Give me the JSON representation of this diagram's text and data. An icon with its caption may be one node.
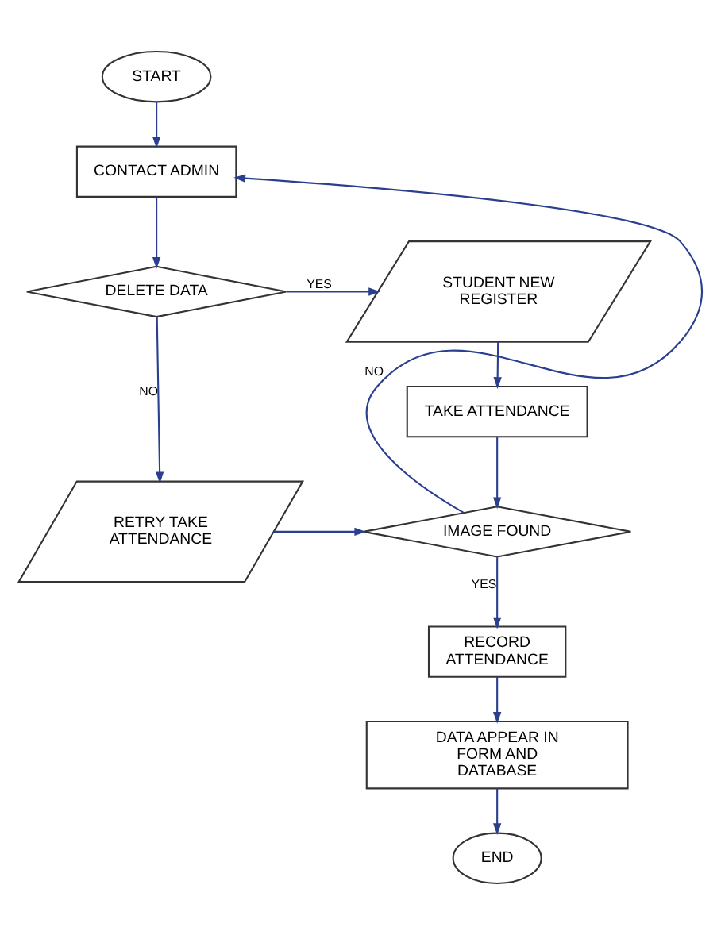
{
  "diagram": {
    "nodes": [
      {
        "text": [
          "START"
        ]
      },
      {
        "text": [
          "CONTACT ADMIN"
        ]
      },
      {
        "text": [
          "DELETE DATA"
        ]
      },
      {
        "text": [
          "STUDENT NEW REGISTER"
        ]
      },
      {
        "text": [
          "TAKE ATTENDANCE"
        ]
      },
      {
        "text": [
          "RETRY TAKE ATTENDANCE"
        ]
      },
      {
        "text": [
          "IMAGE FOUND"
        ]
      },
      {
        "text": [
          "RECORD ATTENDANCE"
        ]
      },
      {
        "text": [
          "DATA APPEAR IN FORM AND DATABASE"
        ]
      },
      {
        "text": [
          "END"
        ]
      }
    ],
    "edges": [
      {
        "from": 0,
        "to": 1,
        "arrow": "to"
      },
      {
        "from": 1,
        "to": 2,
        "arrow": "to"
      },
      {
        "from": 2,
        "to": 3,
        "arrow": "to",
        "label": "YES"
      },
      {
        "from": 2,
        "to": 5,
        "arrow": "to",
        "label": "NO"
      },
      {
        "from": 3,
        "to": 4,
        "arrow": "to"
      },
      {
        "from": 5,
        "to": 6,
        "arrow": "to"
      },
      {
        "from": 4,
        "to": 6,
        "arrow": "to"
      },
      {
        "from": 6,
        "to": 7,
        "arrow": "to",
        "label": "YES"
      },
      {
        "from": 6,
        "to": 1,
        "arrow": "to",
        "label": "NO"
      },
      {
        "from": 7,
        "to": 8,
        "arrow": "to"
      },
      {
        "from": 8,
        "to": 9,
        "arrow": "to"
      }
    ]
  }
}
